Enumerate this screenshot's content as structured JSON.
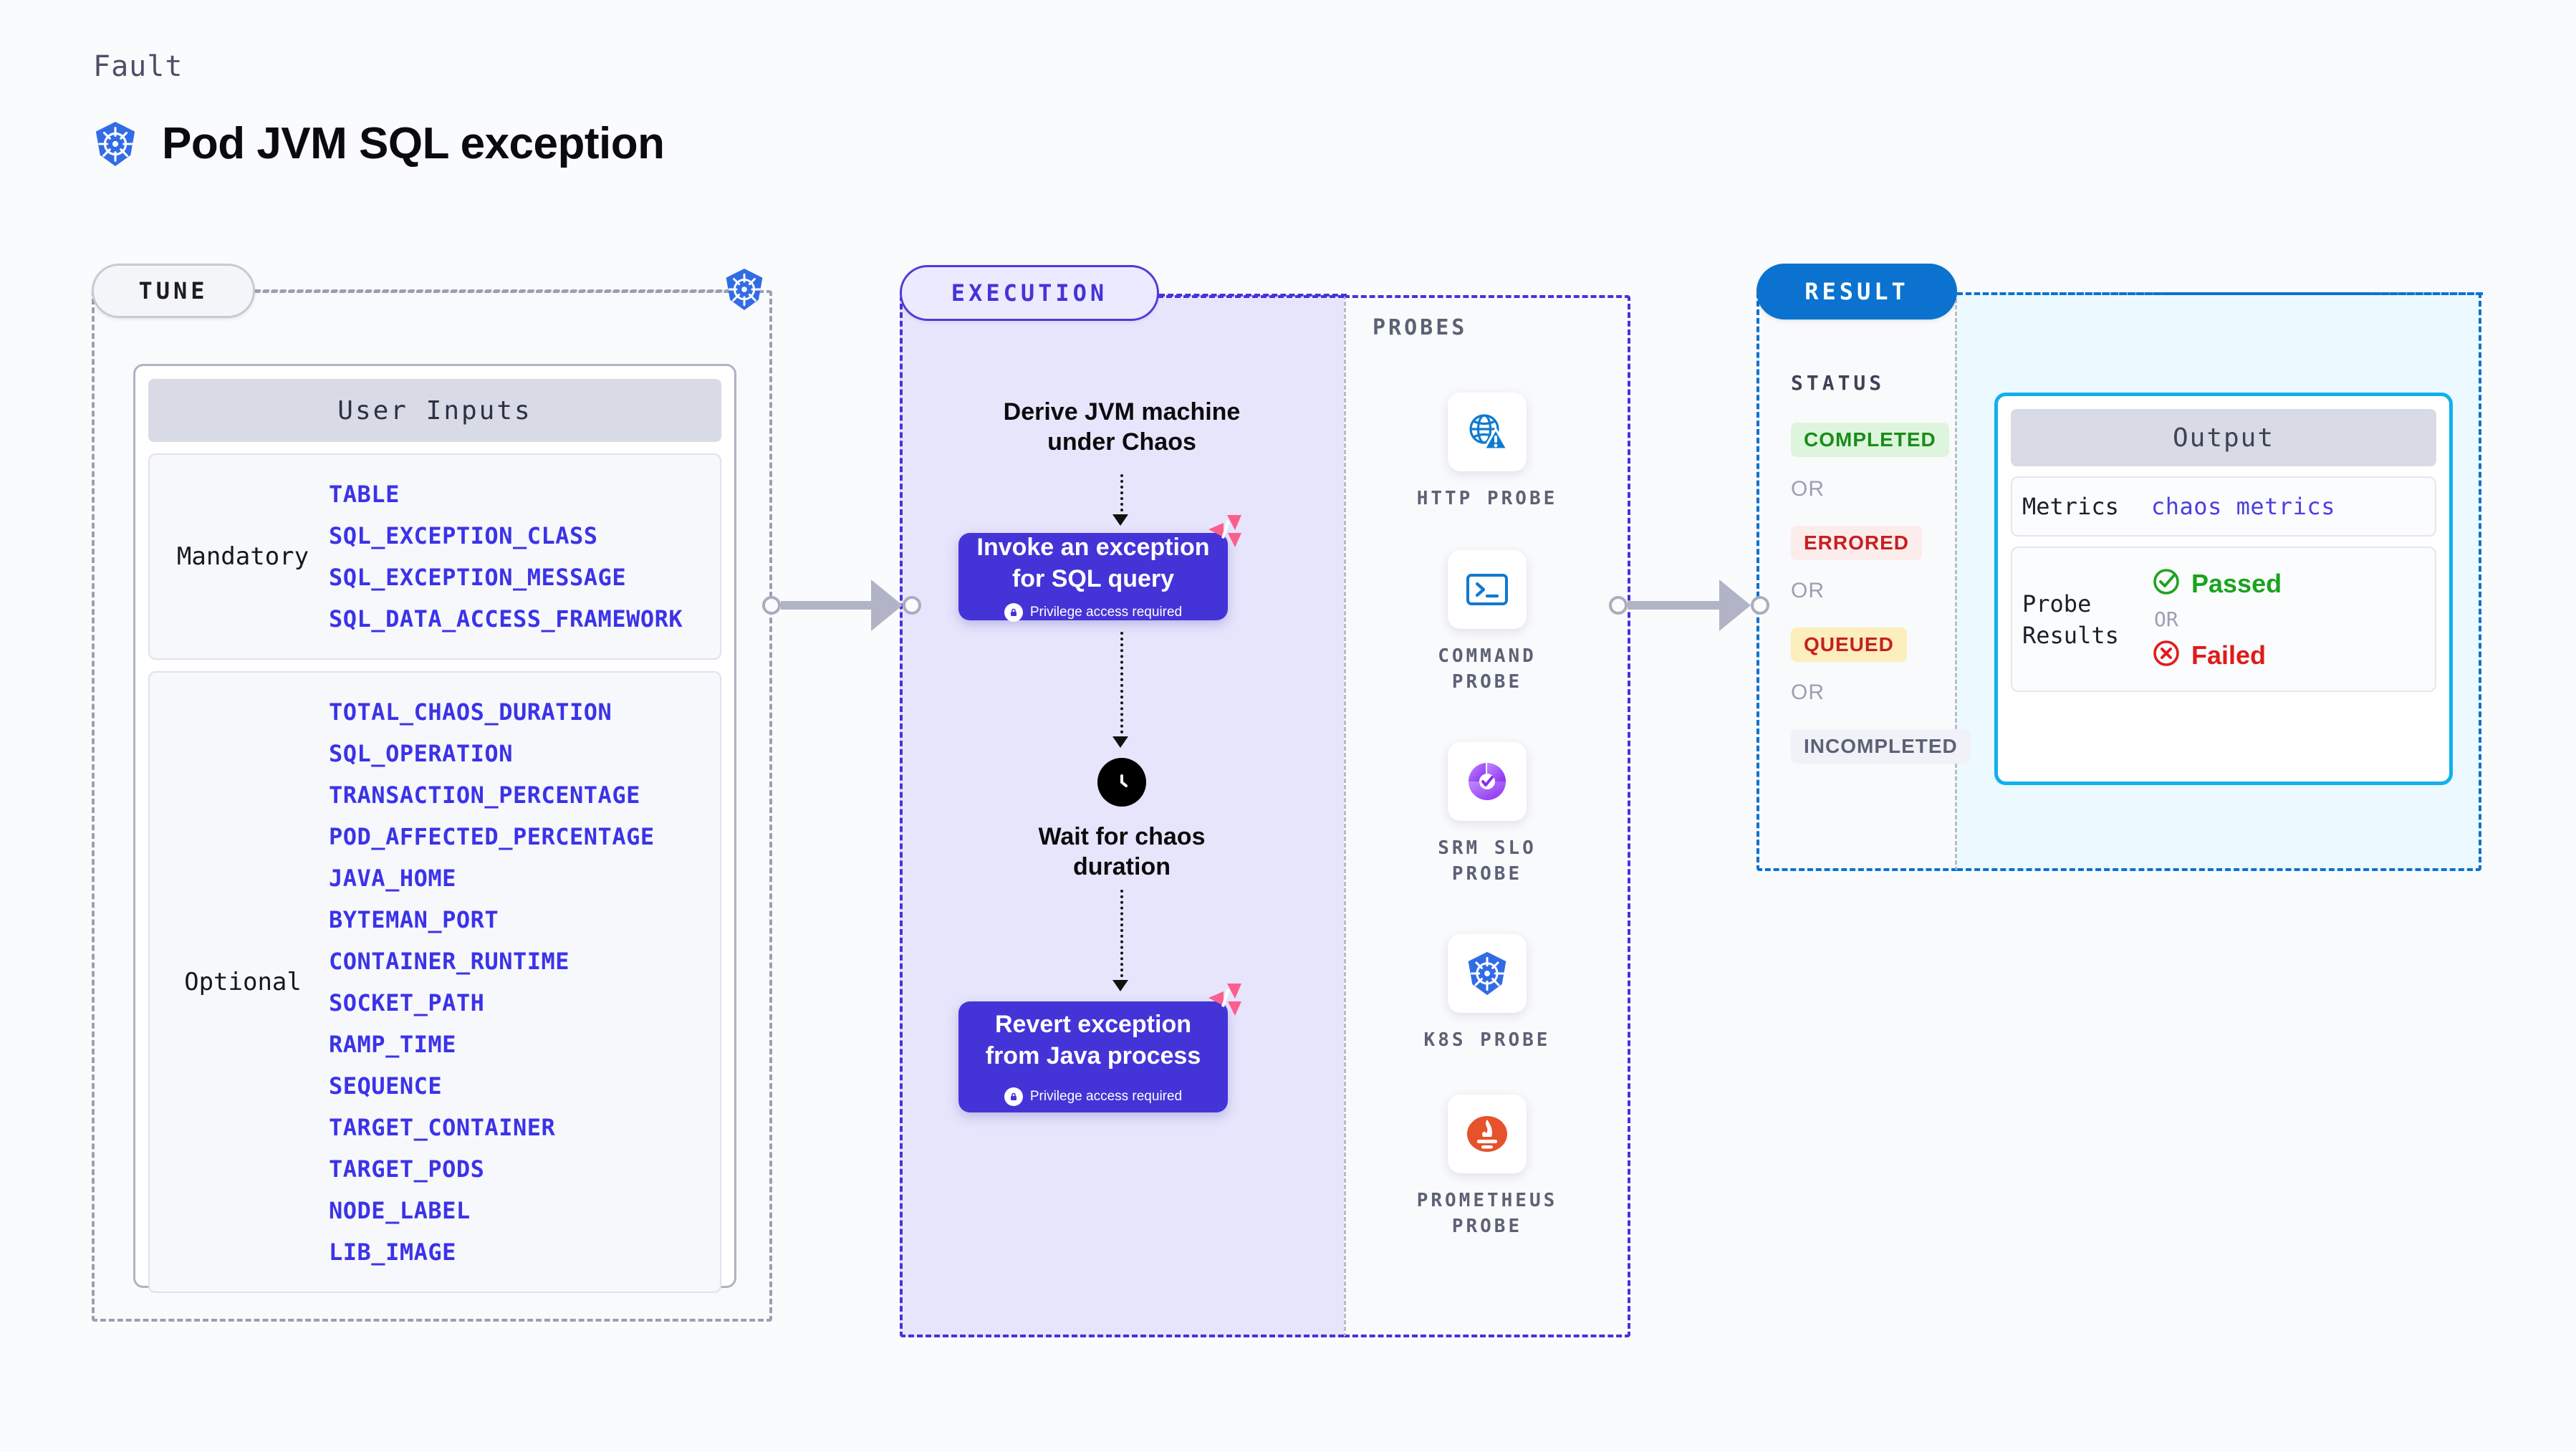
{
  "header": {
    "eyebrow": "Fault",
    "title": "Pod JVM SQL exception",
    "icon": "kubernetes-icon"
  },
  "tune": {
    "pill_label": "TUNE",
    "card_title": "User Inputs",
    "groups": [
      {
        "label": "Mandatory",
        "params": [
          "TABLE",
          "SQL_EXCEPTION_CLASS",
          "SQL_EXCEPTION_MESSAGE",
          "SQL_DATA_ACCESS_FRAMEWORK"
        ]
      },
      {
        "label": "Optional",
        "params": [
          "TOTAL_CHAOS_DURATION",
          "SQL_OPERATION",
          "TRANSACTION_PERCENTAGE",
          "POD_AFFECTED_PERCENTAGE",
          "JAVA_HOME",
          "BYTEMAN_PORT",
          "CONTAINER_RUNTIME",
          "SOCKET_PATH",
          "RAMP_TIME",
          "SEQUENCE",
          "TARGET_CONTAINER",
          "TARGET_PODS",
          "NODE_LABEL",
          "LIB_IMAGE"
        ]
      }
    ]
  },
  "execution": {
    "pill_label": "EXECUTION",
    "step1_title": "Derive JVM machine\nunder Chaos",
    "step1_line1": "Derive JVM machine",
    "step1_line2": "under Chaos",
    "block1_line1": "Invoke an exception",
    "block1_line2": "for SQL query",
    "block1_note": "Privilege access required",
    "wait_line1": "Wait for chaos",
    "wait_line2": "duration",
    "wait_icon": "clock-icon",
    "block2_line1": "Revert exception",
    "block2_line2": "from Java process",
    "block2_note": "Privilege access required",
    "badge_icon": "harness-logo-icon"
  },
  "probes": {
    "title": "PROBES",
    "items": [
      {
        "label_line1": "HTTP  PROBE",
        "label_line2": "",
        "icon": "globe-warning-icon"
      },
      {
        "label_line1": "COMMAND",
        "label_line2": "PROBE",
        "icon": "terminal-icon"
      },
      {
        "label_line1": "SRM  SLO",
        "label_line2": "PROBE",
        "icon": "srm-slo-icon"
      },
      {
        "label_line1": "K8S  PROBE",
        "label_line2": "",
        "icon": "kubernetes-icon"
      },
      {
        "label_line1": "PROMETHEUS",
        "label_line2": "PROBE",
        "icon": "prometheus-icon"
      }
    ]
  },
  "result": {
    "pill_label": "RESULT",
    "status_title": "STATUS",
    "or_label": "OR",
    "statuses": [
      {
        "label": "COMPLETED",
        "bg": "#ddf5dd",
        "fg": "#1a8c1a"
      },
      {
        "label": "ERRORED",
        "bg": "#fdecec",
        "fg": "#c62020"
      },
      {
        "label": "QUEUED",
        "bg": "#fdeebd",
        "fg": "#c62020"
      },
      {
        "label": "INCOMPLETED",
        "bg": "#f1f2f7",
        "fg": "#5c6275"
      }
    ]
  },
  "output": {
    "title": "Output",
    "metrics_key": "Metrics",
    "metrics_value": "chaos metrics",
    "probe_results_key_line1": "Probe",
    "probe_results_key_line2": "Results",
    "passed_label": "Passed",
    "failed_label": "Failed",
    "or_label": "OR",
    "passed_icon": "check-circle-icon",
    "failed_icon": "x-circle-icon"
  },
  "colors": {
    "background": "#fafbfd",
    "accent_purple": "#4434d8",
    "accent_blue": "#0b72cf",
    "k8s_blue": "#326ce5",
    "harness_pink": "#fa5f8d",
    "param_blue": "#3b33e8",
    "output_border": "#11b0ed"
  }
}
